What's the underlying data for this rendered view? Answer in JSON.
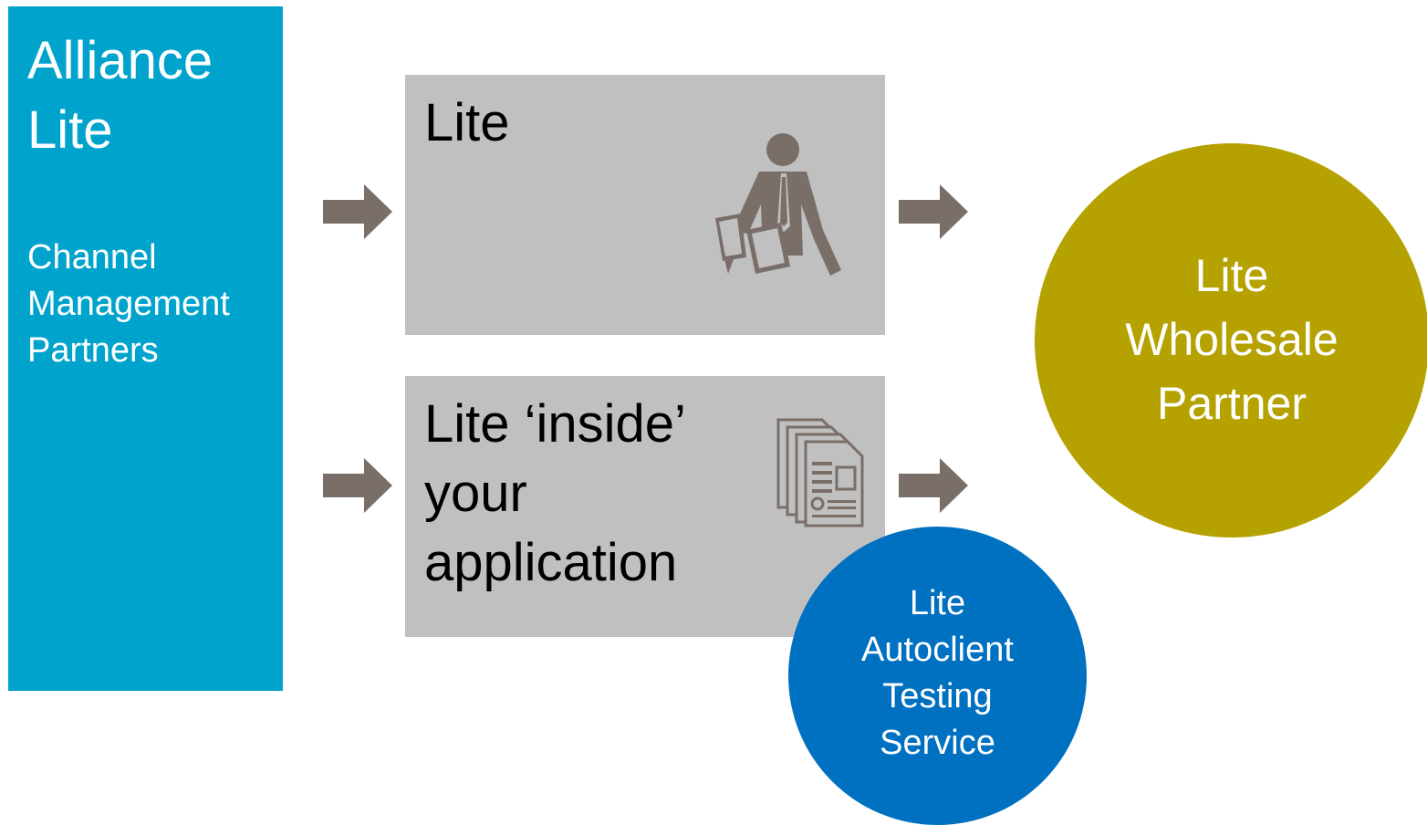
{
  "left_panel": {
    "title_lines": [
      "Alliance",
      "Lite"
    ],
    "subtitle_lines": [
      "Channel",
      "Management",
      "Partners"
    ]
  },
  "box_lite": {
    "lines": [
      "Lite"
    ],
    "icon": "businessman-with-documents-icon"
  },
  "box_inside": {
    "lines": [
      "Lite ‘inside’",
      "your",
      "application"
    ],
    "icon": "documents-stack-icon"
  },
  "circle_wholesale": {
    "lines": [
      "Lite",
      "Wholesale",
      "Partner"
    ]
  },
  "circle_testing": {
    "lines": [
      "Lite",
      "Autoclient",
      "Testing",
      "Service"
    ]
  },
  "colors": {
    "left_panel": "#00a3cc",
    "box": "#c0c0c0",
    "arrow": "#7a6e68",
    "wholesale": "#b5a200",
    "testing": "#0070c0"
  }
}
